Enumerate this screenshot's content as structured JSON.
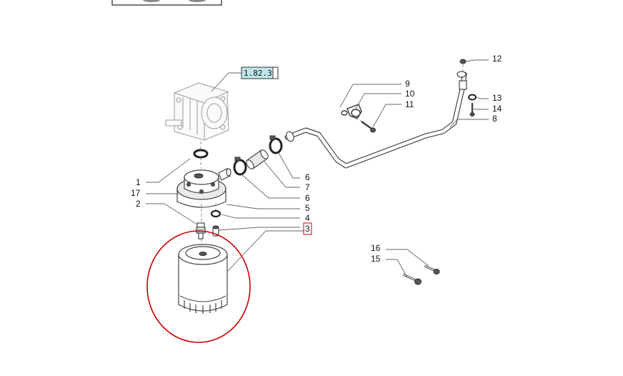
{
  "reference_tag": "1.82.3",
  "highlight_color": "#cc0000",
  "reference_tag_color": "#bfe6ea",
  "callouts": {
    "c1": "1",
    "c2": "2",
    "c3": "3",
    "c4": "4",
    "c5": "5",
    "c6a": "6",
    "c6b": "6",
    "c7": "7",
    "c8": "8",
    "c9": "9",
    "c10": "10",
    "c11": "11",
    "c12": "12",
    "c13": "13",
    "c14": "14",
    "c15": "15",
    "c16": "16",
    "c17": "17"
  },
  "highlighted_callout": "3",
  "highlighted_part": "oil filter cartridge"
}
